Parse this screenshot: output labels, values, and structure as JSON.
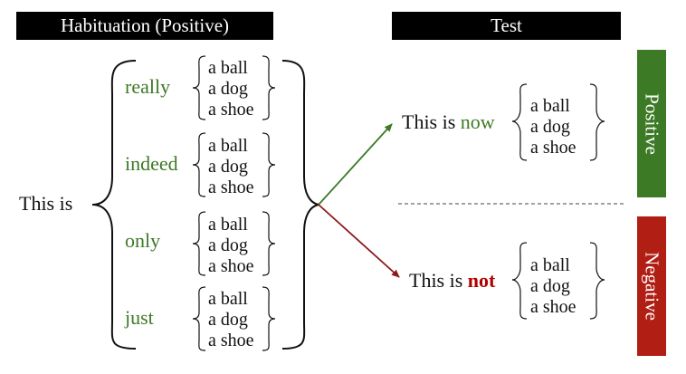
{
  "headers": {
    "habituation": "Habituation (Positive)",
    "test": "Test"
  },
  "stem": "This is",
  "adverbs": [
    "really",
    "indeed",
    "only",
    "just"
  ],
  "objects": [
    "a ball",
    "a dog",
    "a shoe"
  ],
  "test_positive": {
    "prefix": "This is",
    "word": "now"
  },
  "test_negative": {
    "prefix": "This is",
    "word": "not"
  },
  "side_labels": {
    "positive": "Positive",
    "negative": "Negative"
  },
  "colors": {
    "positive": "#3c7a25",
    "negative": "#b00000",
    "header_bg": "#000000",
    "text": "#111111"
  }
}
